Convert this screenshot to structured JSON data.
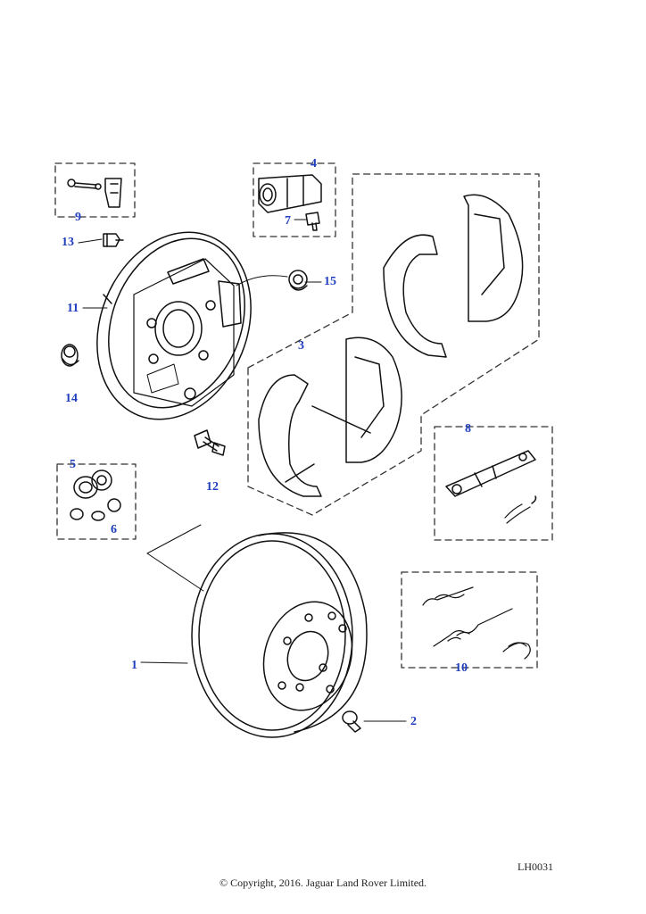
{
  "colors": {
    "callout": "#1f3fbf",
    "line": "#111111",
    "box_dash": "#333333"
  },
  "callouts": {
    "c1": "1",
    "c2": "2",
    "c3": "3",
    "c4": "4",
    "c5": "5",
    "c6": "6",
    "c7": "7",
    "c8": "8",
    "c9": "9",
    "c10": "10",
    "c11": "11",
    "c12": "12",
    "c13": "13",
    "c14": "14",
    "c15": "15"
  },
  "drawing_code": "LH0031",
  "copyright": "© Copyright, 2016. Jaguar Land Rover Limited."
}
